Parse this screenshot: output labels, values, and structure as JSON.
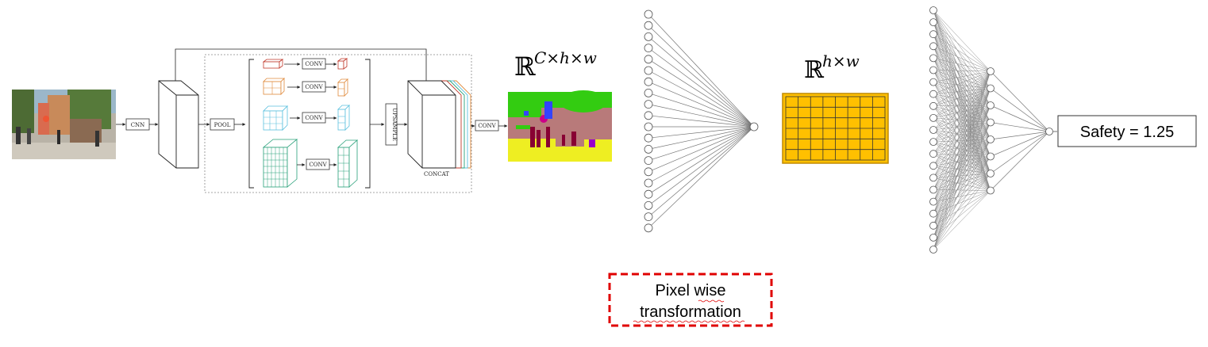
{
  "labels": {
    "cnn": "CNN",
    "pool": "POOL",
    "conv": "CONV",
    "upsample": "UPSAMPLE",
    "concat": "CONCAT",
    "final_conv": "CONV"
  },
  "math": {
    "seg_base": "ℝ",
    "seg_sup": "C×h×w",
    "grid_base": "ℝ",
    "grid_sup": "h×w"
  },
  "output_box": "Safety = 1.25",
  "annotation": {
    "line1": "Pixel wise",
    "line2": "transformation"
  },
  "colors": {
    "pyramid_red": "#c0392b",
    "pyramid_orange": "#e08a3c",
    "pyramid_blue": "#5bc0de",
    "pyramid_green": "#27a079",
    "grid_fill": "#ffc000",
    "dashed_box": "#e00000",
    "seg_tree": "#33cc11",
    "seg_ground": "#eeee22",
    "seg_building": "#b87a7a"
  },
  "icons": {
    "photo": "street-scene-photo",
    "segmentation": "segmentation-map"
  }
}
